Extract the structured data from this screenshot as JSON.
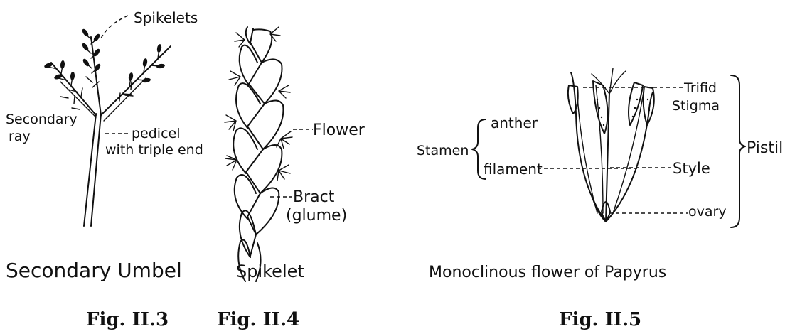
{
  "figures": [
    {
      "caption": "Fig. II.3",
      "title": "Secondary Umbel",
      "labels": {
        "spikelets": "Spikelets",
        "secondary_ray_1": "Secondary",
        "secondary_ray_2": "ray",
        "pedicel_1": "pedicel",
        "pedicel_2": "with triple end"
      }
    },
    {
      "caption": "Fig. II.4",
      "title": "Spikelet",
      "labels": {
        "flower": "Flower",
        "bract_1": "Bract",
        "bract_2": "(glume)"
      }
    },
    {
      "caption": "Fig. II.5",
      "title": "Monoclinous flower of Papyrus",
      "labels": {
        "stamen": "Stamen",
        "anther": "anther",
        "filament": "filament",
        "trifid_1": "Trifid",
        "trifid_2": "Stigma",
        "style": "Style",
        "ovary": "ovary",
        "pistil": "Pistil"
      }
    }
  ]
}
